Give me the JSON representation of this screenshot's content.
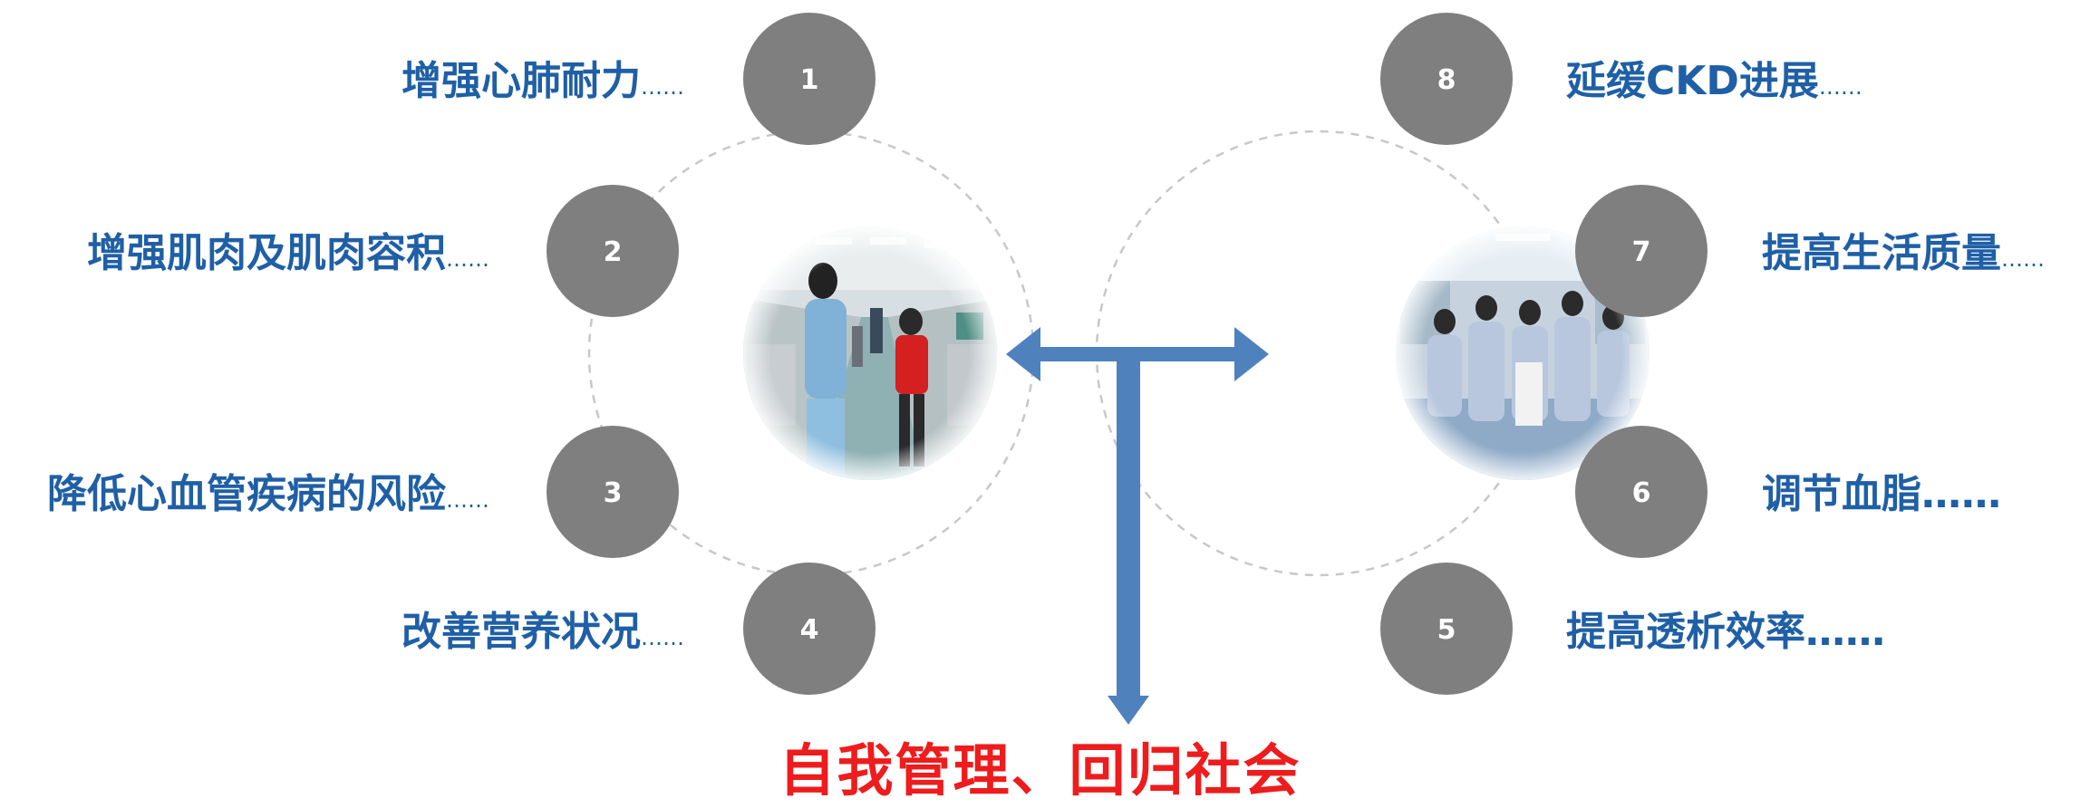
{
  "left_items": [
    {
      "number": "1",
      "text": "增强心肺耐力",
      "dots": "……"
    },
    {
      "number": "2",
      "text": "增强肌肉及肌肉容积",
      "dots": "……"
    },
    {
      "number": "3",
      "text": "降低心血管疾病的风险",
      "dots": "……"
    },
    {
      "number": "4",
      "text": "改善营养状况",
      "dots": "……"
    }
  ],
  "right_items": [
    {
      "number": "8",
      "text": "延缓CKD进展",
      "dots": "……"
    },
    {
      "number": "7",
      "text": "提高生活质量",
      "dots": "……"
    },
    {
      "number": "6",
      "text": "调节血脂",
      "dots": "……"
    },
    {
      "number": "5",
      "text": "提高透析效率",
      "dots": "……"
    }
  ],
  "bottom_title": "自我管理、回归社会",
  "colors": {
    "node_fill": "#7f7f7f",
    "item_text": "#1f5fa6",
    "arrow": "#4f81bd",
    "title": "#ee1c1c",
    "dashed_ring": "#bfbfbf"
  },
  "photos": [
    {
      "description_icon": "ward-walking-photo-icon"
    },
    {
      "description_icon": "group-exercise-photo-icon"
    }
  ]
}
